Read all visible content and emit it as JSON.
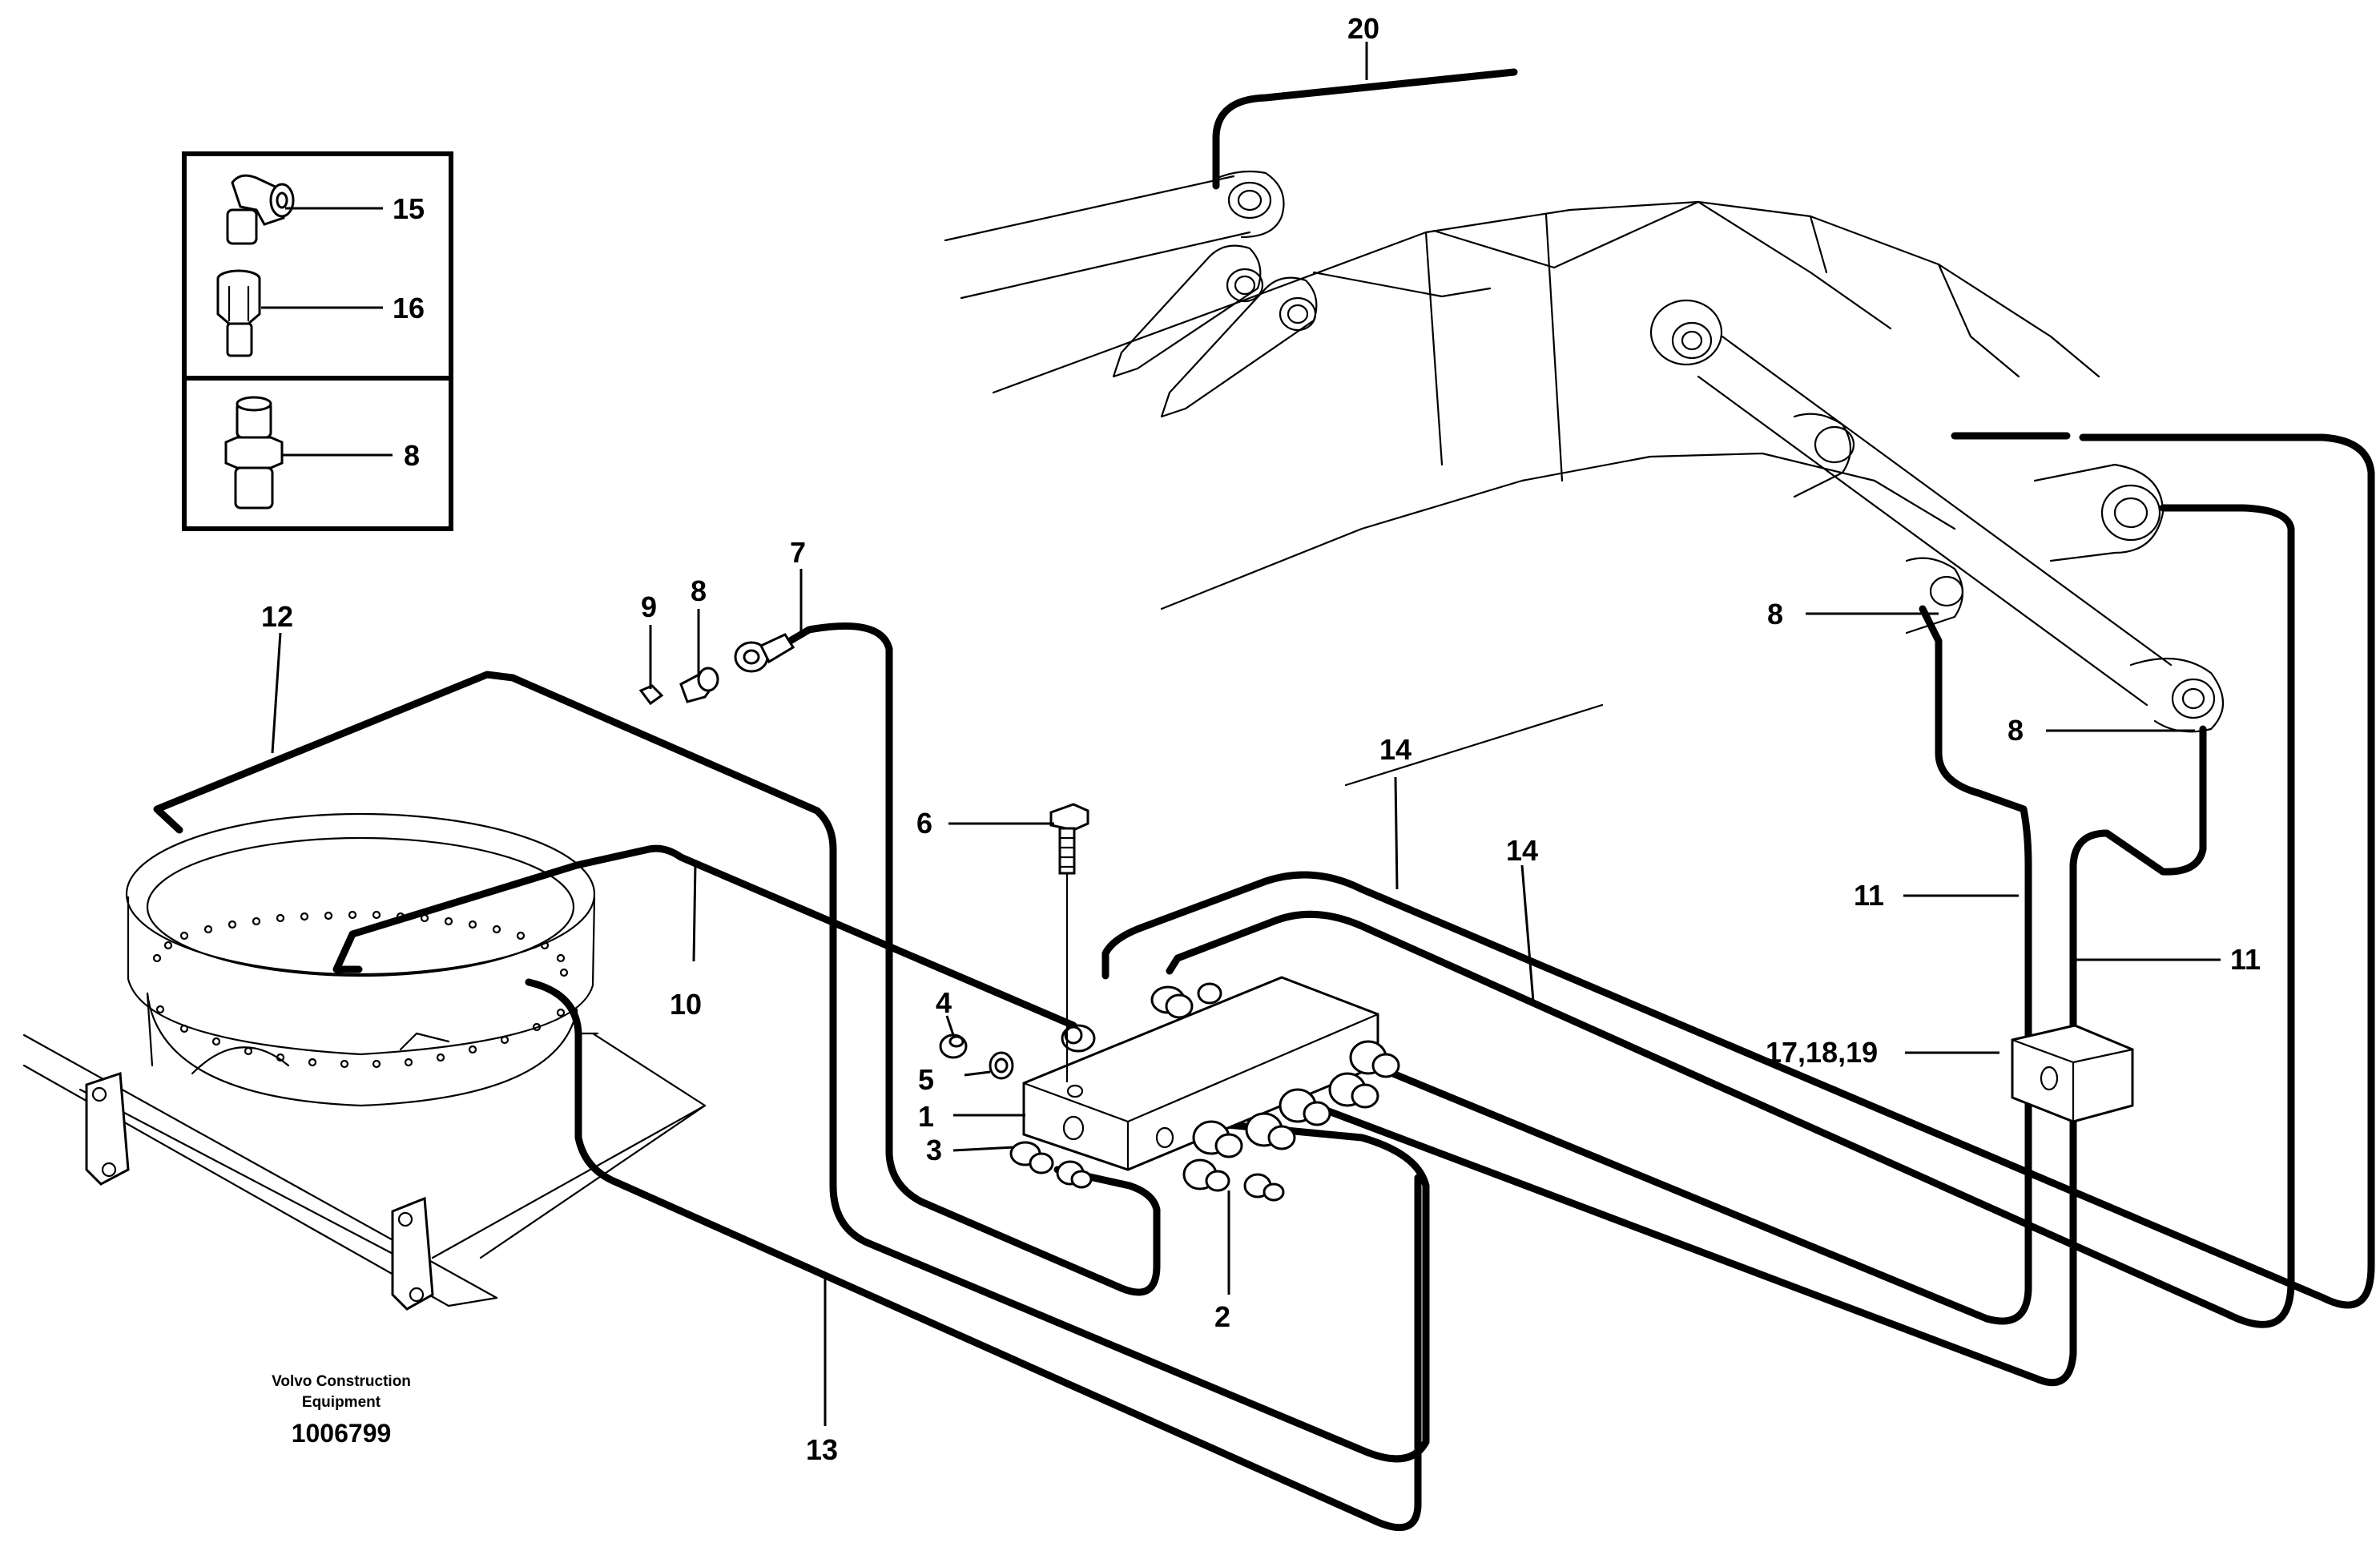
{
  "callouts": {
    "c1": "1",
    "c2": "2",
    "c3": "3",
    "c4": "4",
    "c5": "5",
    "c6": "6",
    "c7": "7",
    "c8_inset": "8",
    "c8_small": "8",
    "c8_boom_upper": "8",
    "c8_boom_lower": "8",
    "c9": "9",
    "c10": "10",
    "c11_left": "11",
    "c11_right": "11",
    "c12": "12",
    "c13": "13",
    "c14_upper": "14",
    "c14_lower": "14",
    "c15": "15",
    "c16": "16",
    "c17_19": "17,18,19",
    "c20": "20"
  },
  "credit": {
    "line1": "Volvo Construction",
    "line2": "Equipment",
    "doc_number": "1006799"
  },
  "colors": {
    "ink": "#000000",
    "paper": "#ffffff"
  }
}
